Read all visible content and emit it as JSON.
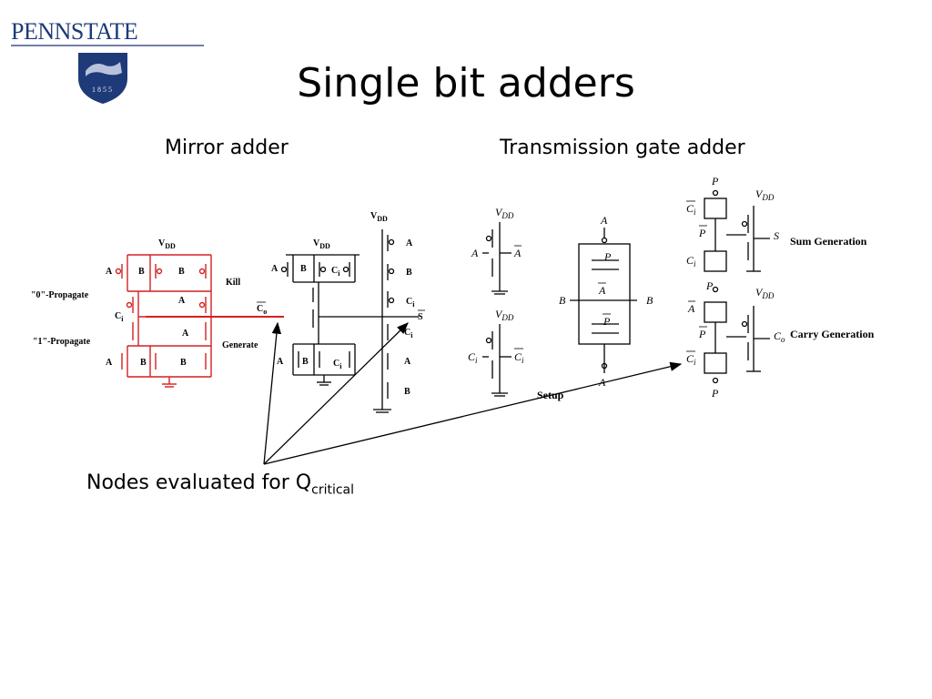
{
  "slide": {
    "title": "Single bit adders",
    "logo": {
      "wordmark": "PENNSTATE",
      "year": "1855"
    },
    "subtitles": {
      "left": "Mirror adder",
      "right": "Transmission gate adder"
    },
    "caption": {
      "text": "Nodes evaluated for Q",
      "subscript": "critical"
    }
  },
  "mirror_adder": {
    "vdd_left": "V",
    "vdd_left_sub": "DD",
    "vdd_mid": "V",
    "vdd_mid_sub": "DD",
    "vdd_right": "V",
    "vdd_right_sub": "DD",
    "zero_propagate": "\"0\"-Propagate",
    "one_propagate": "\"1\"-Propagate",
    "kill": "Kill",
    "generate": "Generate",
    "co": "C",
    "co_sub": "o",
    "ci": "C",
    "ci_sub": "i",
    "s": "S",
    "a": "A",
    "b": "B",
    "accent_color": "#d42020"
  },
  "tg_adder": {
    "vdd": "V",
    "vdd_sub": "DD",
    "a": "A",
    "a_bar": "A",
    "b": "B",
    "p": "P",
    "p_bar": "P",
    "ci": "C",
    "ci_sub": "i",
    "co": "C",
    "co_sub": "o",
    "s": "S",
    "setup": "Setup",
    "sum_generation": "Sum Generation",
    "carry_generation": "Carry Generation"
  }
}
